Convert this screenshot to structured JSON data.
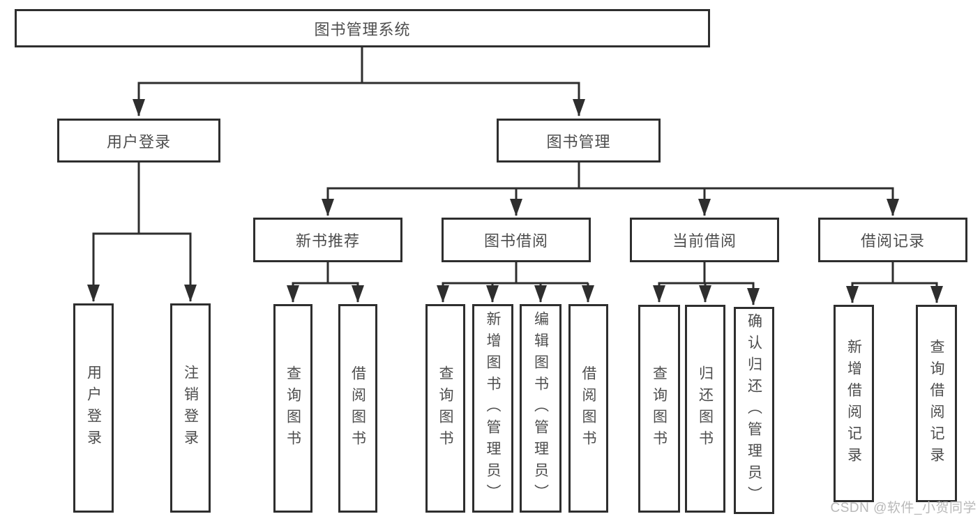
{
  "tree": {
    "label": "图书管理系统",
    "children": [
      {
        "label": "用户登录",
        "children": [
          {
            "label": "用户登录"
          },
          {
            "label": "注销登录"
          }
        ]
      },
      {
        "label": "图书管理",
        "children": [
          {
            "label": "新书推荐",
            "children": [
              {
                "label": "查询图书"
              },
              {
                "label": "借阅图书"
              }
            ]
          },
          {
            "label": "图书借阅",
            "children": [
              {
                "label": "查询图书"
              },
              {
                "label": "新增图书（管理员）"
              },
              {
                "label": "编辑图书（管理员）"
              },
              {
                "label": "借阅图书"
              }
            ]
          },
          {
            "label": "当前借阅",
            "children": [
              {
                "label": "查询图书"
              },
              {
                "label": "归还图书"
              },
              {
                "label": "确认归还（管理员）"
              }
            ]
          },
          {
            "label": "借阅记录",
            "children": [
              {
                "label": "新增借阅记录"
              },
              {
                "label": "查询借阅记录"
              }
            ]
          }
        ]
      }
    ]
  },
  "watermark": "CSDN @软件_小贺同学",
  "colors": {
    "line": "#2e2e2e",
    "box_border": "#2e2e2e",
    "text": "#4d4d4d",
    "watermark": "#b9b9b9",
    "background": "#ffffff"
  }
}
